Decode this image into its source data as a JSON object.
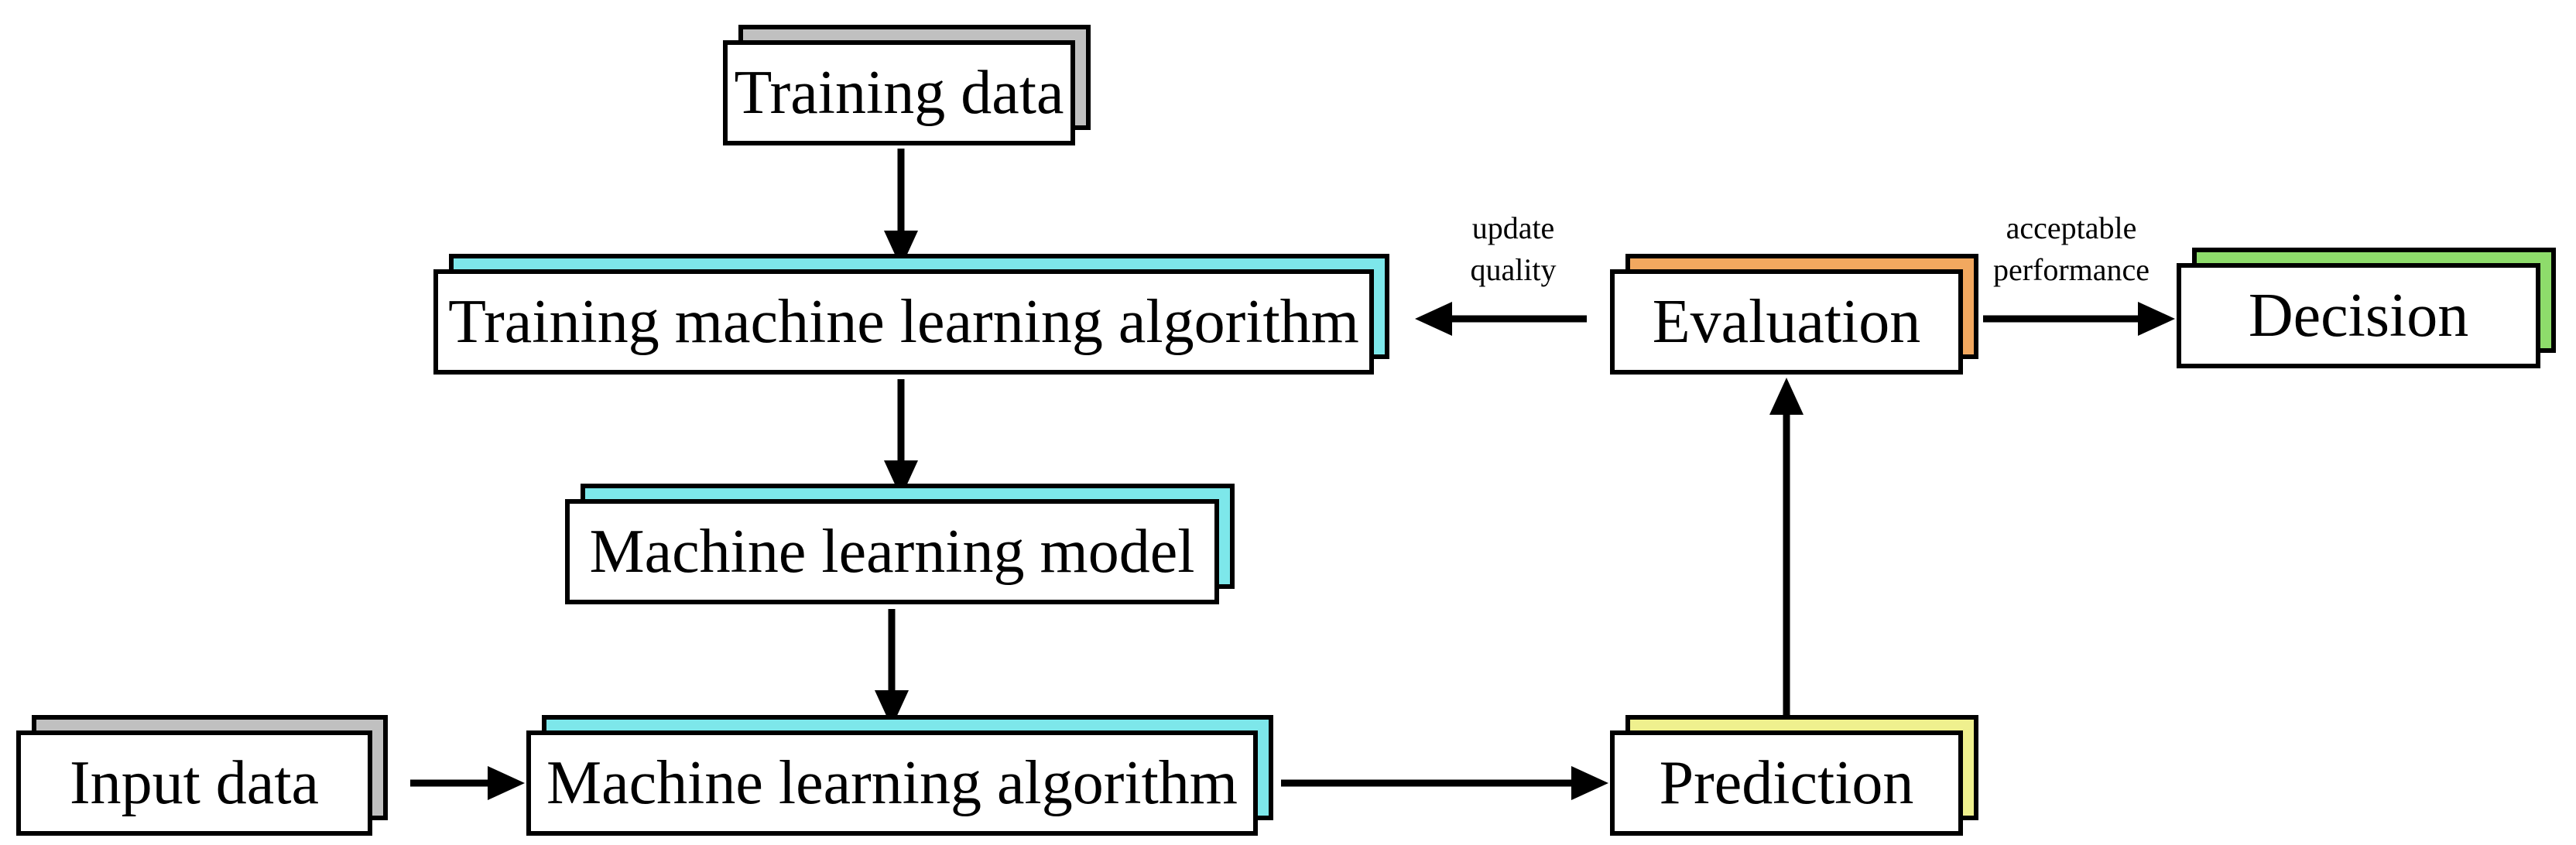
{
  "diagram": {
    "type": "flowchart",
    "background": "#FFFFFF",
    "nodes": {
      "training_data": {
        "label": "Training data",
        "shadow_color": "#C0C0C0"
      },
      "training_ml_algorithm": {
        "label": "Training machine learning algorithm",
        "shadow_color": "#7DE7EA"
      },
      "ml_model": {
        "label": "Machine learning model",
        "shadow_color": "#7DE7EA"
      },
      "ml_algorithm": {
        "label": "Machine learning algorithm",
        "shadow_color": "#7DE7EA"
      },
      "input_data": {
        "label": "Input data",
        "shadow_color": "#C0C0C0"
      },
      "prediction": {
        "label": "Prediction",
        "shadow_color": "#EFF08E"
      },
      "evaluation": {
        "label": "Evaluation",
        "shadow_color": "#F2A85F"
      },
      "decision": {
        "label": "Decision",
        "shadow_color": "#8EDC6B"
      }
    },
    "edges": [
      {
        "from": "training_data",
        "to": "training_ml_algorithm",
        "label": ""
      },
      {
        "from": "training_ml_algorithm",
        "to": "ml_model",
        "label": ""
      },
      {
        "from": "ml_model",
        "to": "ml_algorithm",
        "label": ""
      },
      {
        "from": "input_data",
        "to": "ml_algorithm",
        "label": ""
      },
      {
        "from": "ml_algorithm",
        "to": "prediction",
        "label": ""
      },
      {
        "from": "prediction",
        "to": "evaluation",
        "label": ""
      },
      {
        "from": "evaluation",
        "to": "training_ml_algorithm",
        "label": "update quality"
      },
      {
        "from": "evaluation",
        "to": "decision",
        "label": "acceptable performance"
      }
    ],
    "edge_labels": {
      "update_quality": {
        "line1": "update",
        "line2": "quality"
      },
      "acceptable_performance": {
        "line1": "acceptable",
        "line2": "performance"
      }
    },
    "colors": {
      "box_fill": "#FFFFFF",
      "border": "#000000",
      "arrow": "#000000",
      "text": "#000000"
    }
  }
}
